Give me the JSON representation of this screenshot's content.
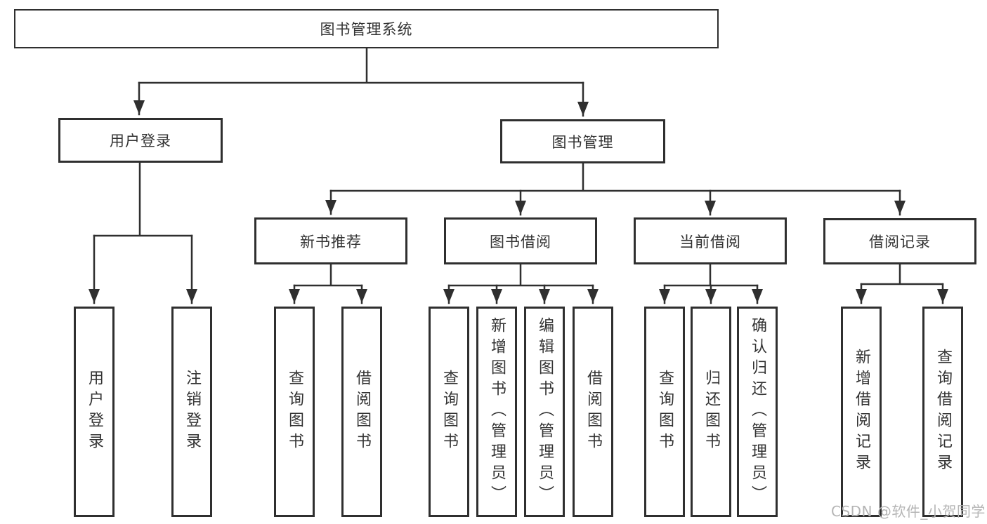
{
  "diagram": {
    "root": {
      "label": "图书管理系统"
    },
    "level2": [
      {
        "label": "用户登录"
      },
      {
        "label": "图书管理"
      }
    ],
    "level3": [
      {
        "label": "新书推荐"
      },
      {
        "label": "图书借阅"
      },
      {
        "label": "当前借阅"
      },
      {
        "label": "借阅记录"
      }
    ],
    "leaves": {
      "user_login": [
        {
          "label": "用户登录"
        },
        {
          "label": "注销登录"
        }
      ],
      "new_book_recommend": [
        {
          "label": "查询图书"
        },
        {
          "label": "借阅图书"
        }
      ],
      "book_borrow": [
        {
          "label": "查询图书"
        },
        {
          "label": "新增图书（管理员）"
        },
        {
          "label": "编辑图书（管理员）"
        },
        {
          "label": "借阅图书"
        }
      ],
      "current_borrow": [
        {
          "label": "查询图书"
        },
        {
          "label": "归还图书"
        },
        {
          "label": "确认归还（管理员）"
        }
      ],
      "borrow_records": [
        {
          "label": "新增借阅记录"
        },
        {
          "label": "查询借阅记录"
        }
      ]
    }
  },
  "watermark": {
    "text": "CSDN @软件_小贺同学"
  },
  "colors": {
    "line": "#2f2f2f",
    "text": "#333333",
    "watermark": "#b5b5b5",
    "background": "#ffffff"
  }
}
